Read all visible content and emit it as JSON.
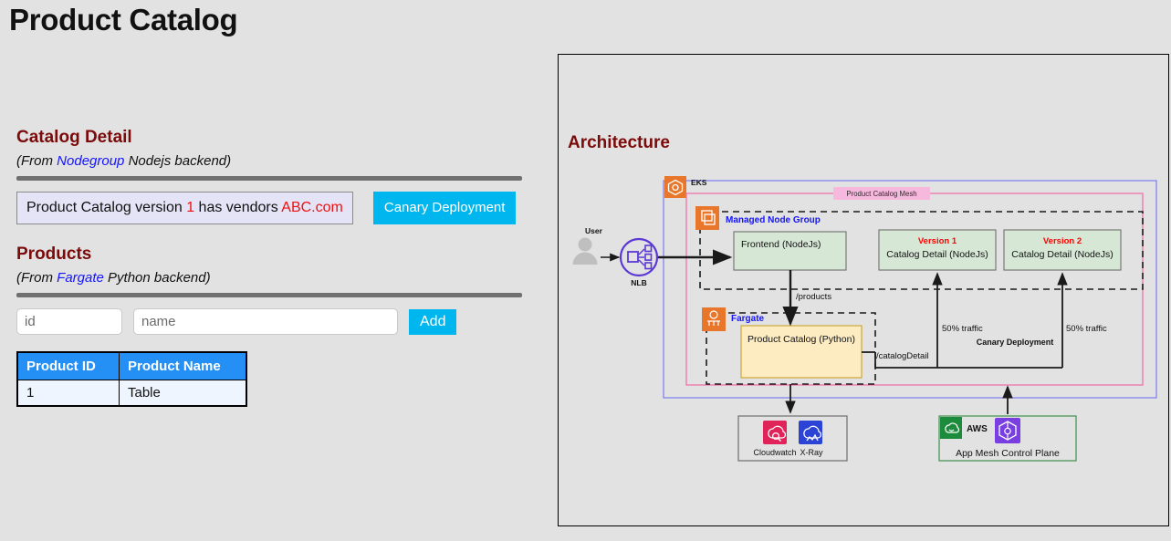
{
  "page": {
    "title": "Product Catalog"
  },
  "catalog_detail": {
    "heading": "Catalog Detail",
    "subtitle_pre": "(From ",
    "subtitle_hi": "Nodegroup",
    "subtitle_post": " Nodejs backend)",
    "message_pre": "Product Catalog version ",
    "message_version": "1",
    "message_mid": " has vendors ",
    "message_vendor": "ABC.com",
    "canary_button": "Canary Deployment"
  },
  "products": {
    "heading": "Products",
    "subtitle_pre": "(From ",
    "subtitle_hi": "Fargate",
    "subtitle_post": " Python backend)",
    "id_placeholder": "id",
    "id_value": "",
    "name_placeholder": "name",
    "name_value": "",
    "add_button": "Add",
    "columns": [
      "Product ID",
      "Product Name"
    ],
    "rows": [
      {
        "id": "1",
        "name": "Table"
      }
    ]
  },
  "architecture": {
    "heading": "Architecture",
    "nodes": {
      "user": "User",
      "nlb": "NLB",
      "eks": "EKS",
      "mesh": "Product Catalog Mesh",
      "managed_node_group": "Managed Node Group",
      "frontend": "Frontend (NodeJs)",
      "version1_title": "Version 1",
      "version1_sub": "Catalog Detail (NodeJs)",
      "version2_title": "Version 2",
      "version2_sub": "Catalog Detail (NodeJs)",
      "fargate": "Fargate",
      "product_catalog": "Product Catalog (Python)",
      "cloudwatch": "Cloudwatch",
      "xray": "X-Ray",
      "aws": "AWS",
      "app_mesh": "App Mesh Control Plane"
    },
    "edges": {
      "products": "/products",
      "catalog_detail": "/catalogDetail",
      "traffic_left": "50% traffic",
      "traffic_right": "50% traffic",
      "canary": "Canary Deployment"
    },
    "colors": {
      "eks_orange": "#e8772c",
      "mesh_pink": "#f7b8dd",
      "mesh_border": "#f06ba8",
      "eks_border": "#7b7bf0",
      "green_box": "#d6e8d5",
      "yellow_box": "#fdecc2",
      "nlb_purple": "#5b38d6",
      "version_red": "#ff0000",
      "label_blue": "#1414ff",
      "aws_green": "#1c8c3c",
      "cloudwatch_pink": "#e0245a",
      "xray_blue": "#2b44d6",
      "appmesh_purple": "#7a3fe0"
    }
  }
}
